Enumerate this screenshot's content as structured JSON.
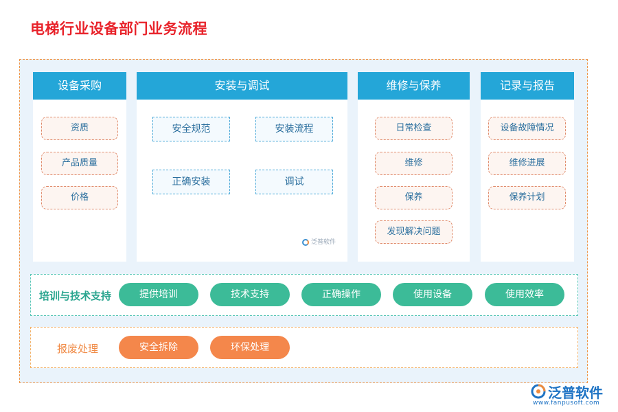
{
  "title": "电梯行业设备部门业务流程",
  "columns": [
    {
      "header": "设备采购",
      "items": [
        "资质",
        "产品质量",
        "价格"
      ]
    },
    {
      "header": "安装与调试",
      "items": [
        "安全规范",
        "安装流程",
        "正确安装",
        "调试"
      ]
    },
    {
      "header": "维修与保养",
      "items": [
        "日常检查",
        "维修",
        "保养",
        "发现解决问题"
      ]
    },
    {
      "header": "记录与报告",
      "items": [
        "设备故障情况",
        "维修进展",
        "保养计划"
      ]
    }
  ],
  "watermark": "泛普软件",
  "training": {
    "label": "培训与技术支持",
    "items": [
      "提供培训",
      "技术支持",
      "正确操作",
      "使用设备",
      "使用效率"
    ]
  },
  "scrap": {
    "label": "报废处理",
    "items": [
      "安全拆除",
      "环保处理"
    ]
  },
  "logo": {
    "name": "泛普软件",
    "url": "www.fanpusoft.com"
  },
  "colors": {
    "title": "#e8222a",
    "header": "#24a6d8",
    "training_pill": "#3cbb98",
    "scrap_pill": "#f4874b",
    "outer_border": "#f0964a",
    "background": "#eaf3fb"
  }
}
